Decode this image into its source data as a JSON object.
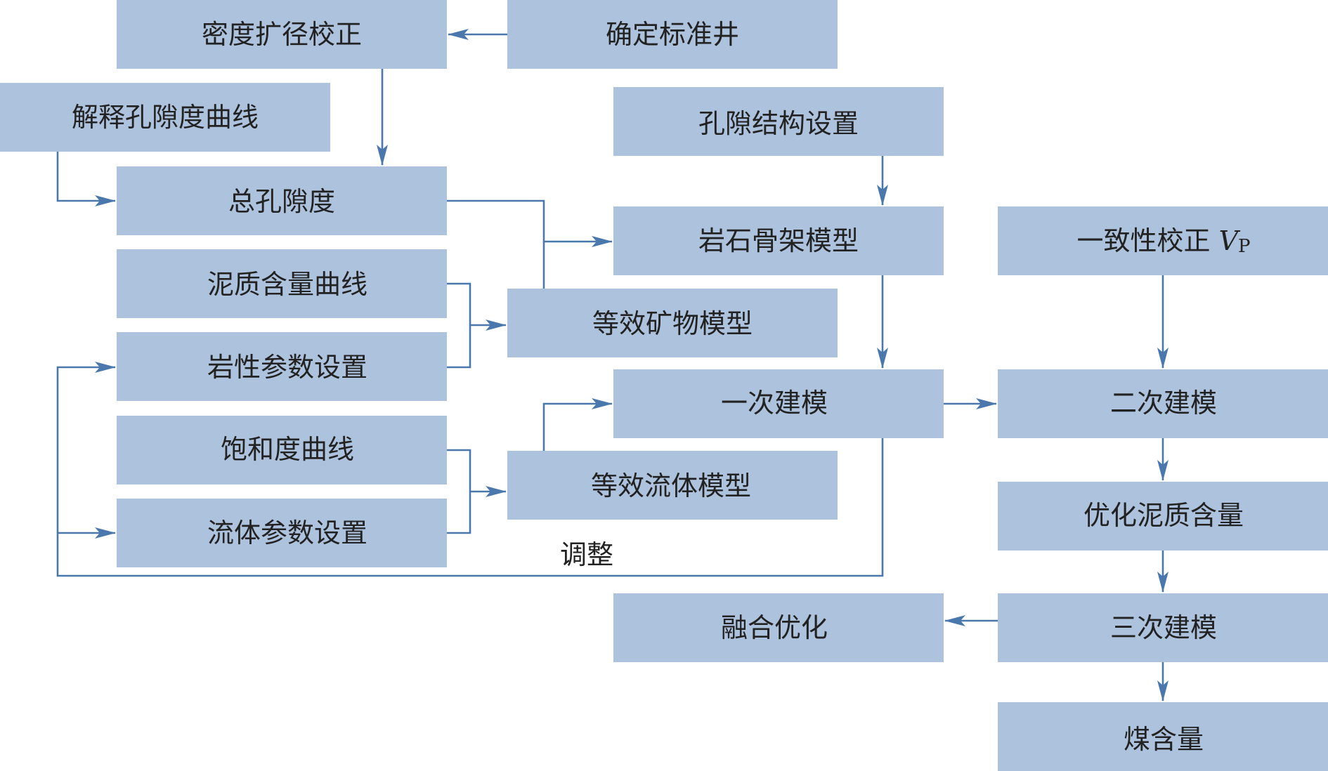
{
  "colors": {
    "box_fill": "#adc3dd",
    "line": "#4a78ad",
    "text": "#222222"
  },
  "nodes": {
    "density_correction": "密度扩径校正",
    "standard_well": "确定标准井",
    "porosity_curve": "解释孔隙度曲线",
    "pore_structure": "孔隙结构设置",
    "total_porosity": "总孔隙度",
    "rock_frame": "岩石骨架模型",
    "consistency_vp_main": "一致性校正 ",
    "consistency_vp_var": "V",
    "consistency_vp_sub": "P",
    "shale_curve": "泥质含量曲线",
    "equiv_mineral": "等效矿物模型",
    "lithology_params": "岩性参数设置",
    "first_model": "一次建模",
    "second_model": "二次建模",
    "saturation_curve": "饱和度曲线",
    "equiv_fluid": "等效流体模型",
    "opt_shale": "优化泥质含量",
    "fluid_params": "流体参数设置",
    "fusion_opt": "融合优化",
    "third_model": "三次建模",
    "coal_content": "煤含量"
  },
  "edge_labels": {
    "adjust": "调整"
  }
}
